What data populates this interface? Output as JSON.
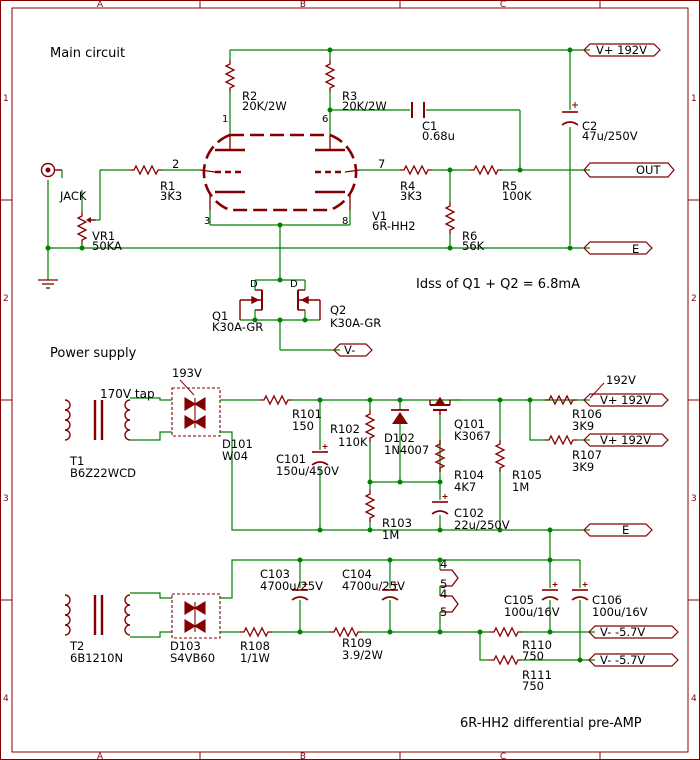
{
  "border": {
    "cols": [
      "A",
      "B",
      "C"
    ],
    "rows": [
      "1",
      "2",
      "3",
      "4"
    ]
  },
  "sections": {
    "main": "Main circuit",
    "power": "Power supply",
    "title": "6R-HH2 differential pre-AMP"
  },
  "note": "Idss of Q1 + Q2 = 6.8mA",
  "ports": {
    "vplus": "V+ 192V",
    "out": "OUT",
    "e": "E",
    "vminus": "V-",
    "vplus_r106": "V+ 192V",
    "vplus_r107": "V+ 192V",
    "e_power": "E",
    "vminus_57a": "V- -5.7V",
    "vminus_57b": "V- -5.7V"
  },
  "labels": {
    "jack": "JACK",
    "vr1": "VR1",
    "vr1_val": "50KA",
    "r1": "R1",
    "r1_val": "3K3",
    "r2": "R2",
    "r2_val": "20K/2W",
    "r3": "R3",
    "r3_val": "20K/2W",
    "c1": "C1",
    "c1_val": "0.68u",
    "c2": "C2",
    "c2_val": "47u/250V",
    "r4": "R4",
    "r4_val": "3K3",
    "r5": "R5",
    "r5_val": "100K",
    "r6": "R6",
    "r6_val": "56K",
    "v1": "V1",
    "v1_val": "6R-HH2",
    "q1": "Q1",
    "q1_val": "K30A-GR",
    "q2": "Q2",
    "q2_val": "K30A-GR",
    "pin1": "1",
    "pin2": "2",
    "pin3": "3",
    "pin6": "6",
    "pin7": "7",
    "pin8": "8",
    "d_q1": "D",
    "d_q2": "D",
    "tap170": "170V tap",
    "v193": "193V",
    "v192": "192V",
    "t1": "T1",
    "t1_val": "B6Z22WCD",
    "d101": "D101",
    "d101_val": "W04",
    "r101": "R101",
    "r101_val": "150",
    "c101": "C101",
    "c101_val": "150u/450V",
    "r102": "R102",
    "r102_val": "110K",
    "d102": "D102",
    "d102_val": "1N4007",
    "q101": "Q101",
    "q101_val": "K3067",
    "r104": "R104",
    "r104_val": "4K7",
    "r105": "R105",
    "r105_val": "1M",
    "r103": "R103",
    "r103_val": "1M",
    "c102": "C102",
    "c102_val": "22u/250V",
    "r106": "R106",
    "r106_val": "3K9",
    "r107": "R107",
    "r107_val": "3K9",
    "t2": "T2",
    "t2_val": "6B1210N",
    "d103": "D103",
    "d103_val": "S4VB60",
    "r108": "R108",
    "r108_val": "1/1W",
    "c103": "C103",
    "c103_val": "4700u/25V",
    "c104": "C104",
    "c104_val": "4700u/25V",
    "r109": "R109",
    "r109_val": "3.9/2W",
    "c105": "C105",
    "c105_val": "100u/16V",
    "c106": "C106",
    "c106_val": "100u/16V",
    "r110": "R110",
    "r110_val": "750",
    "r111": "R111",
    "r111_val": "750",
    "n4a": "4",
    "n5a": "5",
    "n4b": "4",
    "n5b": "5"
  },
  "colors": {
    "wire": "#008000",
    "part": "#840000",
    "text": "#000000",
    "border": "#840000"
  }
}
